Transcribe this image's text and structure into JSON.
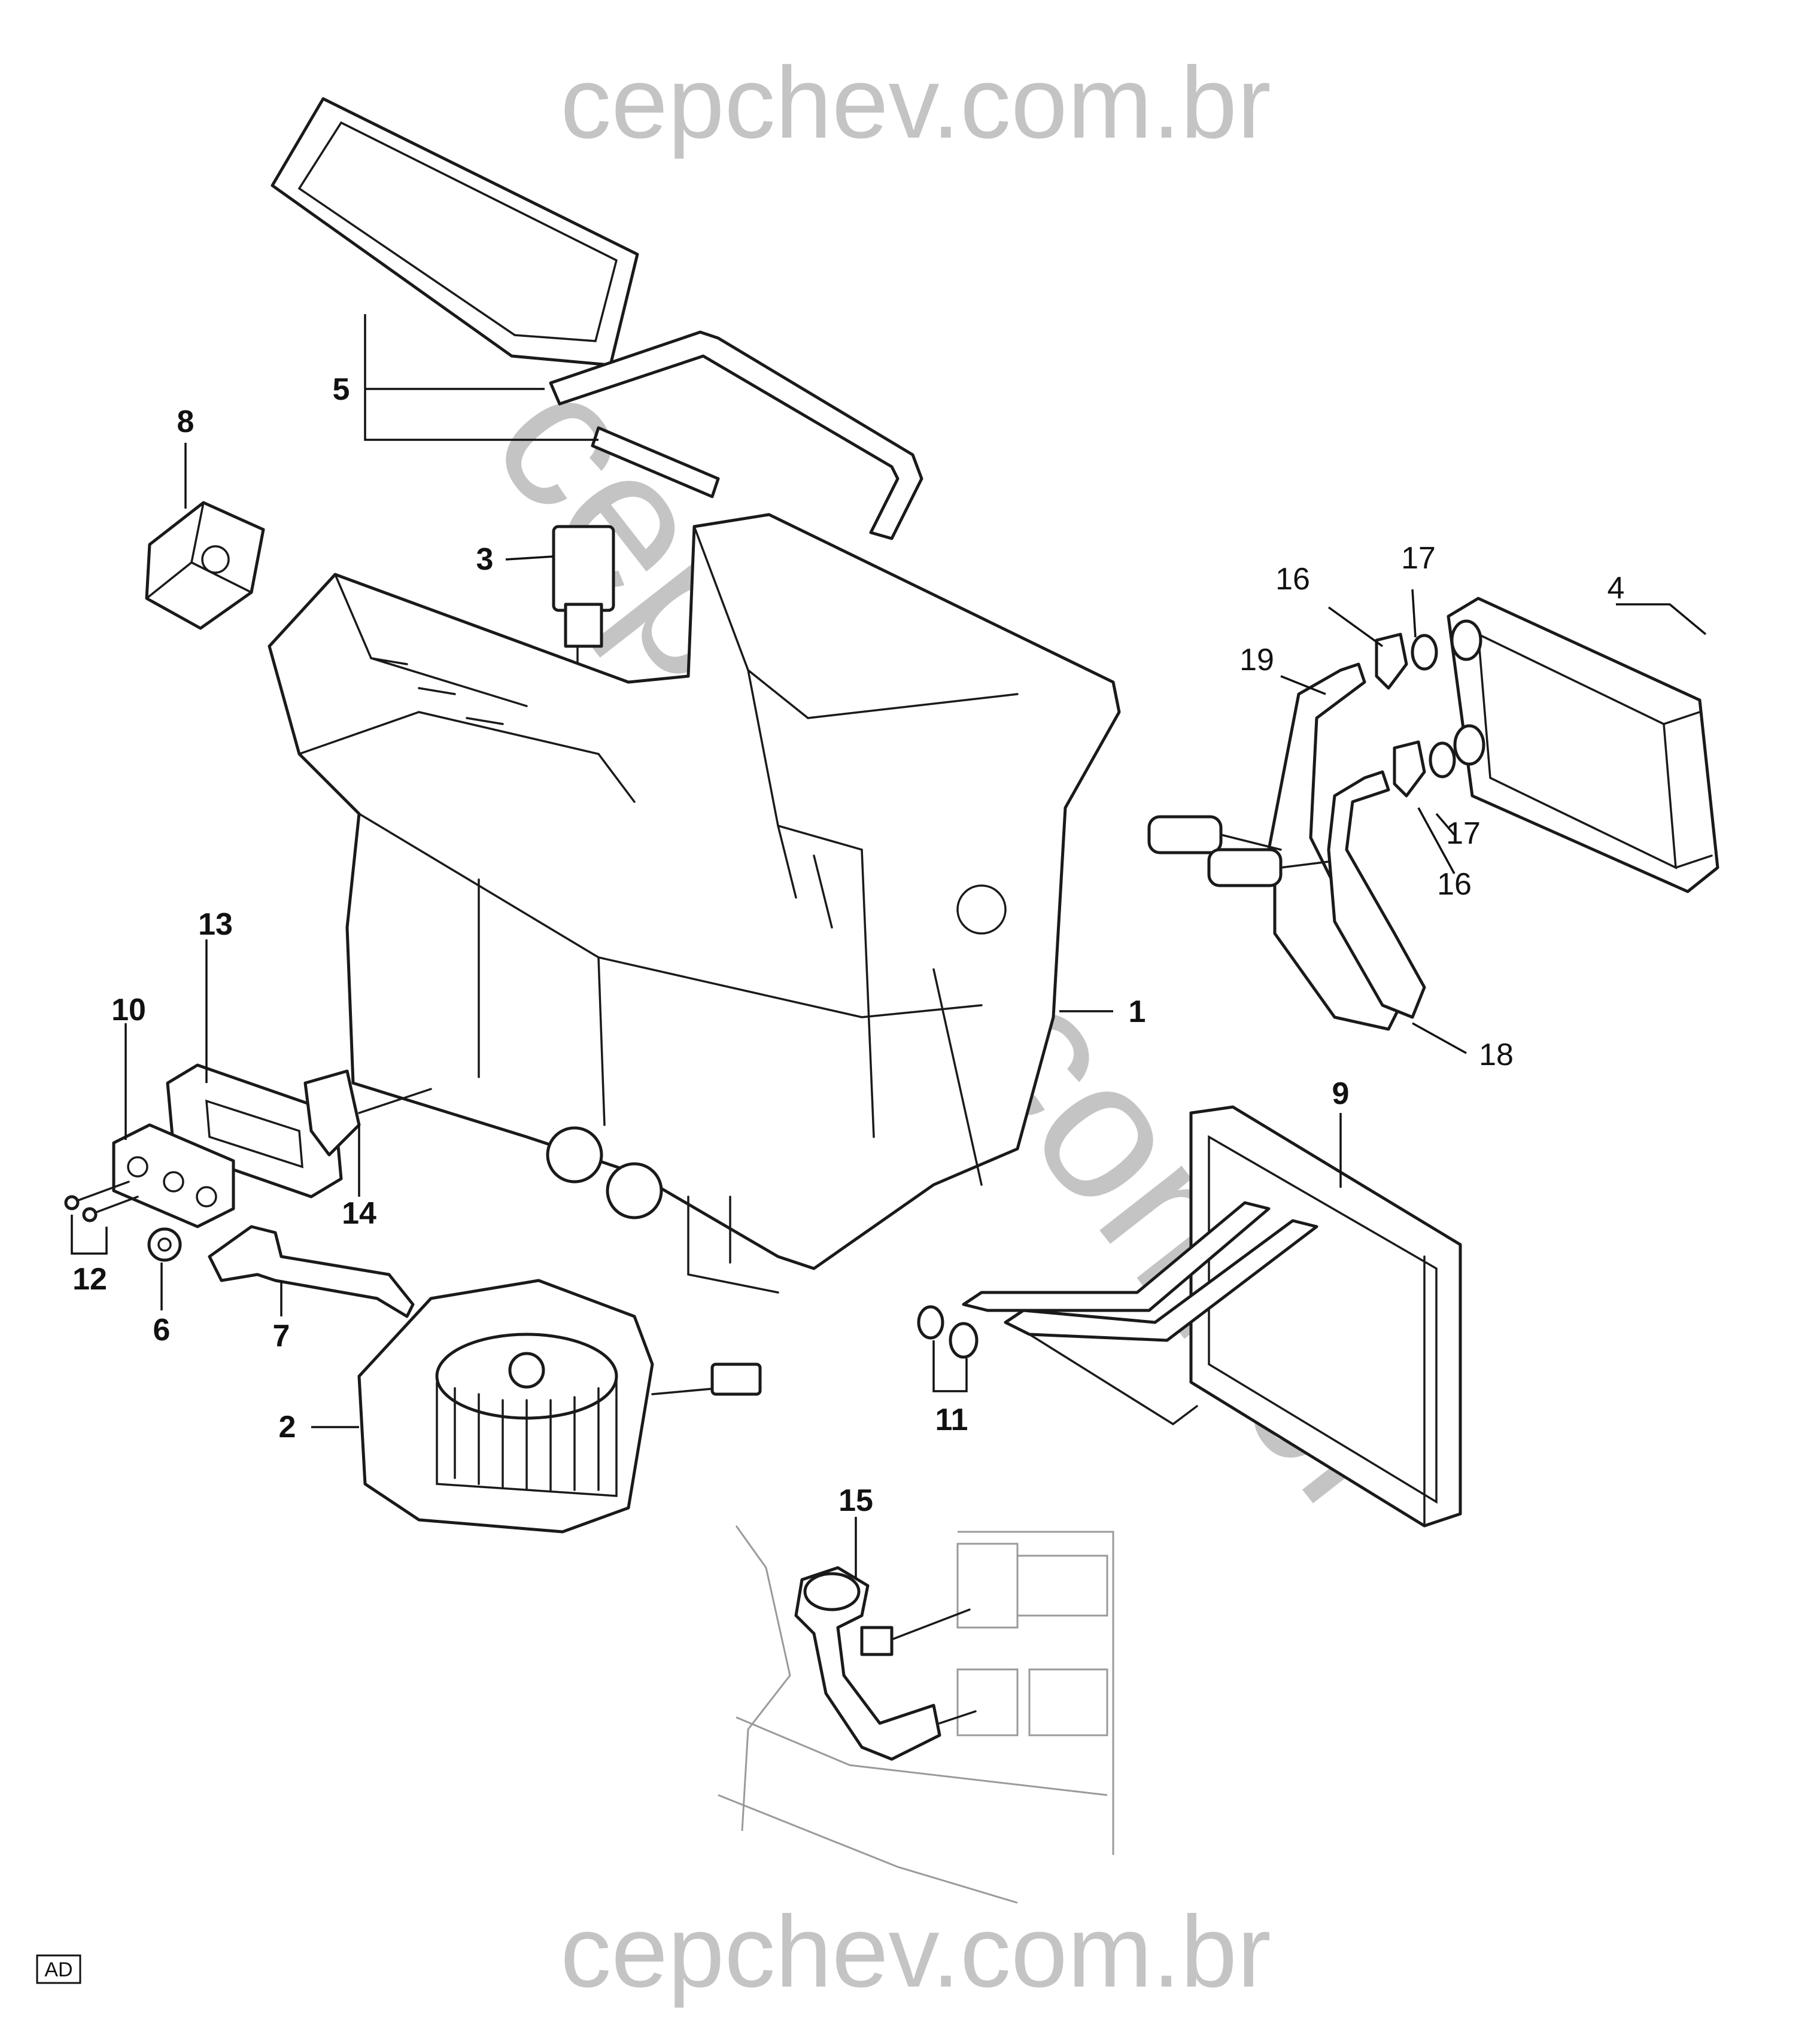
{
  "watermark": {
    "top": "cepchev.com.br",
    "diagonal": "cepchev.com.br",
    "bottom": "cepchev.com.br"
  },
  "corner_code": "AD",
  "callouts": [
    {
      "id": "1",
      "text": "1",
      "bold": true
    },
    {
      "id": "2",
      "text": "2",
      "bold": true
    },
    {
      "id": "3",
      "text": "3",
      "bold": true
    },
    {
      "id": "4",
      "text": "4",
      "bold": false
    },
    {
      "id": "5",
      "text": "5",
      "bold": true
    },
    {
      "id": "6",
      "text": "6",
      "bold": true
    },
    {
      "id": "7",
      "text": "7",
      "bold": true
    },
    {
      "id": "8",
      "text": "8",
      "bold": true
    },
    {
      "id": "9",
      "text": "9",
      "bold": true
    },
    {
      "id": "10",
      "text": "10",
      "bold": true
    },
    {
      "id": "11",
      "text": "11",
      "bold": true
    },
    {
      "id": "12",
      "text": "12",
      "bold": true
    },
    {
      "id": "13",
      "text": "13",
      "bold": true
    },
    {
      "id": "14",
      "text": "14",
      "bold": true
    },
    {
      "id": "15",
      "text": "15",
      "bold": true
    },
    {
      "id": "16a",
      "text": "16",
      "bold": false
    },
    {
      "id": "16b",
      "text": "16",
      "bold": false
    },
    {
      "id": "17a",
      "text": "17",
      "bold": false
    },
    {
      "id": "17b",
      "text": "17",
      "bold": false
    },
    {
      "id": "18",
      "text": "18",
      "bold": false
    },
    {
      "id": "19",
      "text": "19",
      "bold": false
    }
  ]
}
